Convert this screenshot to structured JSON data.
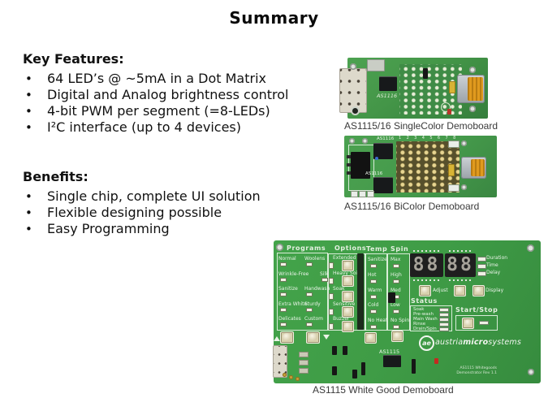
{
  "slide": {
    "title": "Summary",
    "key_features": {
      "heading": "Key Features:",
      "items": [
        "64 LED’s @ ~5mA in a Dot Matrix",
        "Digital and Analog brightness control",
        "4-bit PWM per segment (=8-LEDs)",
        "I²C interface (up to 4 devices)"
      ]
    },
    "benefits": {
      "heading": "Benefits:",
      "items": [
        "Single chip, complete UI solution",
        "Flexible designing possible",
        "Easy Programming"
      ]
    }
  },
  "boards": {
    "single_color": {
      "caption": "AS1115/16 SingleColor Demoboard",
      "chip_label": "AS1116"
    },
    "bicolor": {
      "caption": "AS1115/16 BiColor Demoboard",
      "chip_top_label": "AS1116",
      "chip_bottom_label": "AS1116",
      "col_numbers": "12345678"
    },
    "white_good": {
      "caption": "AS1115 White Good Demoboard",
      "headers": {
        "programs": "Programs",
        "options": "Options",
        "temp": "Temp",
        "spin": "Spin"
      },
      "programs": [
        "Normal",
        "Woolens",
        "Wrinkle-Free",
        "Silk",
        "Sanitize",
        "Handwash",
        "Extra White",
        "Sturdy",
        "Delicates",
        "Custom"
      ],
      "options": [
        "Extended",
        "Heavy Soil",
        "Soak",
        "Sensitive",
        "Buzzer"
      ],
      "temp": [
        "Sanitize",
        "Hot",
        "Warm",
        "Cold",
        "No Heat"
      ],
      "spin": [
        "Max",
        "High",
        "Med",
        "Low",
        "No Spin"
      ],
      "displays": [
        "88",
        "88"
      ],
      "leds": [
        "Duration",
        "Time",
        "Delay"
      ],
      "buttons": {
        "adjust": "Adjust",
        "display": "Display"
      },
      "status": {
        "heading": "Status",
        "items": [
          "Soak",
          "Pre-wash",
          "Main Wash",
          "Rinse",
          "Drain/Spin"
        ]
      },
      "start_stop": "Start/Stop",
      "chip_label": "AS1115",
      "logo_glyph": "ae",
      "logo_parts": [
        "austria",
        "micro",
        "systems"
      ],
      "rev_lines": [
        "AS1115 Whitegoods",
        "Demonstrator Rev 1.1"
      ]
    }
  },
  "colors": {
    "pcb_green": "#3f9c46",
    "matrix_single": "#e8edd7",
    "matrix_bicolor": "#e7d592",
    "button_beige": "#d9d2ae",
    "silkscreen": "#e9f3e7",
    "usb_orange": "#e09a1e"
  }
}
